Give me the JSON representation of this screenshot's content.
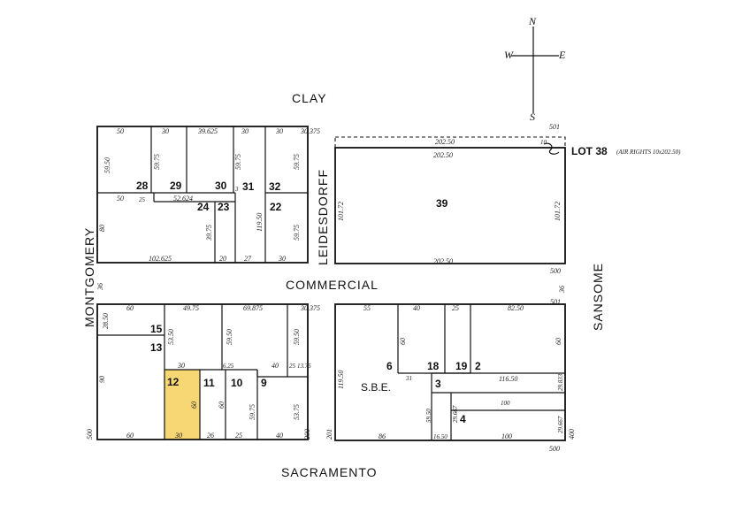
{
  "streets": {
    "clay": "CLAY",
    "commercial": "COMMERCIAL",
    "sacramento": "SACRAMENTO",
    "montgomery": "MONTGOMERY",
    "sansome": "SANSOME",
    "leidesdorff": "LEIDESDORFF"
  },
  "compass": {
    "n": "N",
    "s": "S",
    "e": "E",
    "w": "W"
  },
  "address_numbers": {
    "n501_top": "501",
    "n500_mid": "500",
    "n501_mid": "501",
    "n500_bottom": "500",
    "n400": "400",
    "n200": "200",
    "n201": "201",
    "n500_left": "500",
    "n36_left": "36",
    "n36_right": "36"
  },
  "lot38_label": "LOT 38",
  "lot38_note": "(AIR RIGHTS 10x202.50)",
  "highlight_color": "#f7d774",
  "lots": {
    "l28": "28",
    "l29": "29",
    "l30": "30",
    "l31": "31",
    "l32": "32",
    "l24": "24",
    "l23": "23",
    "l22": "22",
    "l39": "39",
    "l15": "15",
    "l13": "13",
    "l12": "12",
    "l11": "11",
    "l10": "10",
    "l9": "9",
    "l6": "6",
    "l18": "18",
    "l19": "19",
    "l2": "2",
    "l3": "3",
    "l4": "4",
    "sbe": "S.B.E."
  },
  "dims": {
    "a50": "50",
    "a30": "30",
    "a39625": "39.625",
    "a30b": "30",
    "a30c": "30",
    "a30375": "30.375",
    "a5950": "59.50",
    "a5975a": "59.75",
    "a5975b": "59.75",
    "a5975c": "59.75",
    "a50b": "50",
    "a25": "25",
    "a52624": "52.624",
    "a3": "3",
    "a11950": "119.50",
    "a80": "80",
    "a3975": "39.75",
    "a102625": "102.625",
    "a20": "20",
    "a27": "27",
    "a30d": "30",
    "b20250t": "202.50",
    "b20250": "202.50",
    "b10": "10",
    "b10172l": "101.72",
    "b10172r": "101.72",
    "b20250b": "202.50",
    "c60": "60",
    "c4975": "49.75",
    "c69875": "69.875",
    "c30375": "30.375",
    "c2850": "28.50",
    "c5350": "53.50",
    "c5950a": "59.50",
    "c5950b": "59.50",
    "c30": "30",
    "c625": "6.25",
    "c40": "40",
    "c25": "25",
    "c1375": "13.75",
    "c90": "90",
    "c60v": "60",
    "c60h": "60",
    "c5975": "59.75",
    "c5375": "53.75",
    "c60b": "60",
    "c30b": "30",
    "c26": "26",
    "c25b": "25",
    "c40b": "40",
    "d55": "55",
    "d40": "40",
    "d25": "25",
    "d8250": "82.50",
    "d60": "60",
    "d60r": "60",
    "d31": "31",
    "d11950": "119.50",
    "d11650": "116.50",
    "d29833": "29.833",
    "d100": "100",
    "d5950": "59.50",
    "d29667a": "29.667",
    "d29667b": "29.667",
    "d86": "86",
    "d1650": "16.50",
    "d100b": "100"
  }
}
